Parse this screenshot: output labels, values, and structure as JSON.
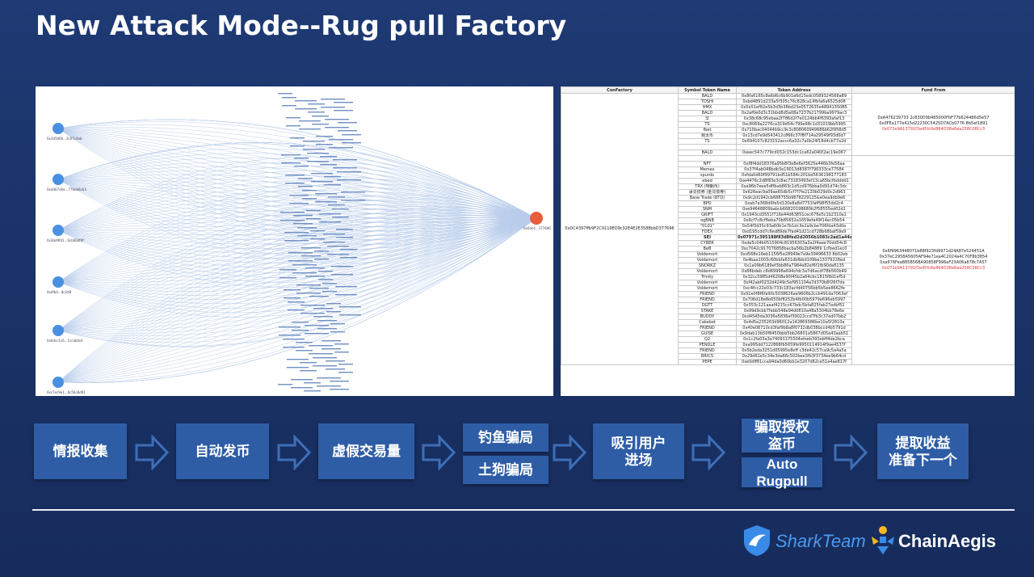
{
  "title": "New Attack Mode--Rug pull Factory",
  "graph": {
    "center_label": "0x0dc4...377696",
    "left_nodes": [
      {
        "label": "0x3d5860...3c07c4eb"
      },
      {
        "label": "0x4467e6e...776eb6cb3"
      },
      {
        "label": "0x3bd9fd1...6cb6b4fdf"
      },
      {
        "label": "0x4fb4...8c2d8"
      },
      {
        "label": "0x6dcc1c6...1ccab4c4"
      },
      {
        "label": "0xc7ec9e1...6c56c8d01"
      }
    ]
  },
  "table": {
    "headers": [
      "ConFactory",
      "Symbol Token Name",
      "Token Address",
      "Fund From"
    ],
    "factory": "0xDC4397ffb9F2C9119ED9c32E4E2E3588bbD377696",
    "rows": [
      {
        "name": "BALD",
        "addr": "0x8fa6165c8a6d6c6b901a6d15edc0589324568a89"
      },
      {
        "name": "TOSHI",
        "addr": "0xbd4891d233a5f305c76c828ca14fbfa6a6525d08"
      },
      {
        "name": "HMX",
        "addr": "0x5e51ef82e5b3d3b38bd23e0572635e48941350B5"
      },
      {
        "name": "BALD",
        "addr": "0x2af0e0d3c31bbd8d5a08a7237b21799ba9979ac3"
      },
      {
        "name": "早",
        "addr": "0x38c68c95ebaa2f786d2f7e0124bb4f6393afaf13"
      },
      {
        "name": "TS",
        "addr": "0xc8069a2276ca319d54c799e98c1d31019bb5995"
      },
      {
        "name": "fbet",
        "addr": "0x710bac04044b9cc9c3c808060949686b62f958d5"
      },
      {
        "name": "我太币",
        "addr": "0x13cd7e9d543412c866c37f8f714a29549f93d0d7"
      },
      {
        "name": "TS",
        "addr": "0x694107c823152accc6a32c7a0b24f18d4cb77a2d"
      },
      {
        "name": "",
        "addr": ""
      },
      {
        "name": "BALD",
        "addr": "0xeec547c779cd032c153dc1ca62a040f2ac19e067"
      },
      {
        "name": "",
        "addr": ""
      },
      {
        "name": "NFT",
        "addr": "0xf8f4dd18376a95b8f3e8e6ef3625e446b3fe56aa"
      },
      {
        "name": "Memes",
        "addr": "0x37f4ab048bdb3e19013d8387f796333ce77584"
      },
      {
        "name": "spurdo",
        "addr": "0xfda0d60f99791bd51b584c201bd5636198177183"
      },
      {
        "name": "ebed",
        "addr": "0xe4476c2d8f83e3c8ac73183493ef13ca65bcfbdddd1"
      },
      {
        "name": "TRX (特朗币)",
        "addr": "0xa96b7eee5dffbab863c1d5cd976bba0d91d74c3dc"
      },
      {
        "name": "承兑债券 (金兑债券)",
        "addr": "0x626eac9a09ae65db5cf7f7fe2120b029d0c2d963"
      },
      {
        "name": "Base Trade (BTD)",
        "addr": "0x9c2d1942cb688755b9878229125&e0ea9db9e6"
      },
      {
        "name": "BPD",
        "addr": "0xab7e368d9fe5d120e8a8d7751faff98f55dd2c4"
      },
      {
        "name": "SNM",
        "addr": "0xe94648809babcb66820198680b2f58555ed02d1"
      },
      {
        "name": "GRIFT",
        "addr": "0x1943cd3551f716e44d63851cec676e5c1b2310a1"
      },
      {
        "name": "ogBNB",
        "addr": "0x6cf7c8cf8eba70b85652a1659efa49f14ec05b54"
      },
      {
        "name": "\"0101\"",
        "addr": "0x54f3d35c93a60b1e7b1dc3e2a9cbe706fda43d0a"
      },
      {
        "name": "FDEX",
        "addr": "0xd195cdd7c6ed89de7fad41d21cd728b68baf59a9"
      },
      {
        "name": "SEI",
        "addr": "0x07971c395188f83d8fed2d2056b1083c2ad1a44a",
        "bold": true
      },
      {
        "name": "CYBER",
        "addr": "0xde5c04b0515904c81956303a3a2f4aee70dd54c8"
      },
      {
        "name": "BeB",
        "addr": "0xc7042c917076858bacba56b2b84889 1cfbed1ec0"
      },
      {
        "name": "Voldemort",
        "addr": "0xd568e16eb1156f5e28949e7a9e39496633 8b02eb"
      },
      {
        "name": "Voldemort",
        "addr": "0x4baa1003c60bbfa631dbfbbd109be13379228ed"
      },
      {
        "name": "SNORKZ",
        "addr": "0x1a09b6189ef3bb86a7984e82ef6f1fb90de8135"
      },
      {
        "name": "Voldemort",
        "addr": "0x88bdeb c8d69998a694cfdc3a7d6acdf78b560b49"
      },
      {
        "name": "Trinity",
        "addr": "0x32cc5985d46208e90f45b2a64cbc1815f8d1ef5d"
      },
      {
        "name": "Voldemort",
        "addr": "0xf42abf0232d4249c5ef951104a7d370b8f26f7da"
      },
      {
        "name": "Voldemort",
        "addr": "0xc4fcc22e03c733c183acfd40756bb5b5ee8662fe"
      },
      {
        "name": "FRIEND",
        "addr": "0x91e0f8f6fa90c5038626ae9606b2ccb491da7063ef"
      },
      {
        "name": "FRIEND",
        "addr": "0x706d18e8e650bf8252b4fb00b5979e696eb5997"
      },
      {
        "name": "DGTT",
        "addr": "0x353c121aaaf4215cc67bdc5bfa825fab27edbf51"
      },
      {
        "name": "STAKE",
        "addr": "0x99d9cbb7febb548e94d0810a48a5304bb78e6e"
      },
      {
        "name": "BUDDY",
        "addr": "0xd4545da3036e5836af39022ccd7fb3c37ed07bb2"
      },
      {
        "name": "Cakebot",
        "addr": "0x4d5a235263d96012a142869386be10a5f2810a"
      },
      {
        "name": "FRIEND",
        "addr": "0x40e08710cd3faf9b8a8f0732db038bccd4b5791d"
      },
      {
        "name": "GUISE",
        "addr": "0x9dab13b50f8450bbb5bb26801a5867d05a43aab51"
      },
      {
        "name": "Q2",
        "addr": "0x1c2fa03a3a74091175504efeeb393ebff4de2bca"
      },
      {
        "name": "PENDLE",
        "addr": "0xa995dd7122868fb5659fe9950114914f9ae4537f"
      },
      {
        "name": "FRIEND",
        "addr": "0x5b2eda3251d05995e8eff c3de42c57ca9c5a4a5a"
      },
      {
        "name": "BRICS",
        "addr": "0x29d61e5c34e3da66c502bee3fb3f3734ee9b64cd"
      },
      {
        "name": "PEPE",
        "addr": "0xe0dff81cca94da0d60bb1e3207d62ce51e4ae817f"
      }
    ],
    "fund_group1": [
      {
        "addr": "0xA476239733 2c830D9b485000FbF77b624486d5e57",
        "red": false
      },
      {
        "addr": "0x0FEa177e415d22230C5425D7ACb0776 8b5ef1891",
        "red": false
      },
      {
        "addr": "0x072e9A13791f3a45fc6e864D38e6ea258C08Cc3",
        "red": true
      }
    ],
    "fund_group2": [
      {
        "addr": "0x6f9963448071b88f923fd9971d24A87e524451A",
        "red": false
      },
      {
        "addr": "0x37eC2958A5605AF94e71ea4C2024a4C70F8b3854",
        "red": false
      },
      {
        "addr": "0xa676Fea885B56BA90858F996aF23A06a878c7A57",
        "red": false
      },
      {
        "addr": "0x072e9A13791f3a45fc6e864D38e6ea258C08Cc3",
        "red": true
      }
    ]
  },
  "flow": {
    "step1": "情报收集",
    "step2": "自动发币",
    "step3": "虚假交易量",
    "step4a": "钓鱼骗局",
    "step4b": "土狗骗局",
    "step5_line1": "吸引用户",
    "step5_line2": "进场",
    "step6a_line1": "骗取授权",
    "step6a_line2": "盗币",
    "step6b_line1": "Auto",
    "step6b_line2": "Rugpull",
    "step7_line1": "提取收益",
    "step7_line2": "准备下一个"
  },
  "logos": {
    "sharkteam": "SharkTeam",
    "chainaegis": "ChainAegis"
  },
  "colors": {
    "background": "#1b3468",
    "flow_box": "#2e5da6",
    "node": "#4a90e2",
    "center_node": "#e85c3c",
    "red_text": "#e2343b"
  }
}
